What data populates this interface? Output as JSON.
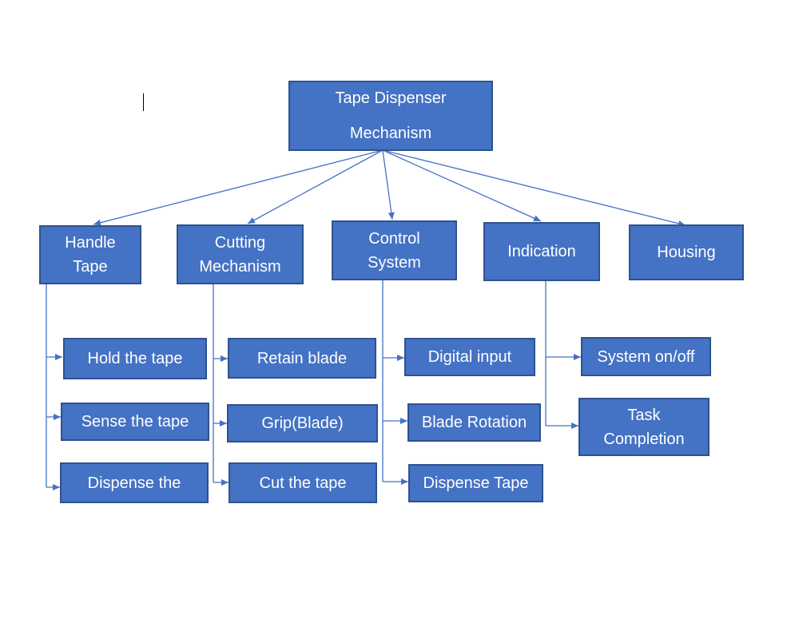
{
  "colors": {
    "box_fill": "#4472c4",
    "box_border": "#2f528f",
    "connector": "#4472c4",
    "text": "#ffffff"
  },
  "root": {
    "label": "Tape Dispenser\nMechanism"
  },
  "categories": [
    {
      "label": "Handle\nTape"
    },
    {
      "label": "Cutting\nMechanism"
    },
    {
      "label": "Control\nSystem"
    },
    {
      "label": "Indication"
    },
    {
      "label": "Housing"
    }
  ],
  "handle_tape_items": [
    "Hold the tape",
    "Sense the tape",
    "Dispense the"
  ],
  "cutting_items": [
    "Retain blade",
    "Grip(Blade)",
    "Cut the tape"
  ],
  "control_items": [
    "Digital input",
    "Blade Rotation",
    "Dispense Tape"
  ],
  "indication_items": [
    "System on/off",
    "Task\nCompletion"
  ]
}
